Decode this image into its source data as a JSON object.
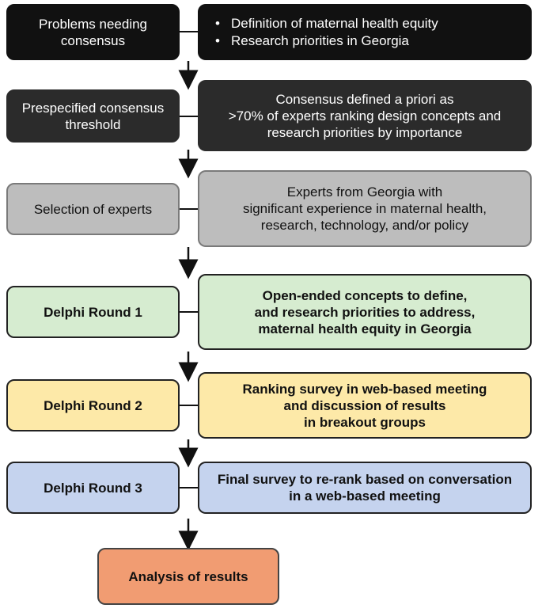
{
  "steps": [
    {
      "label": "Problems needing consensus",
      "label_lines": [
        "Problems needing",
        "consensus"
      ],
      "detail_bullets": [
        "Definition of maternal health equity",
        "Research priorities in Georgia"
      ]
    },
    {
      "label_lines": [
        "Prespecified consensus",
        "threshold"
      ],
      "detail_lines": [
        "Consensus defined a priori as",
        ">70% of experts ranking design concepts and",
        "research priorities by importance"
      ]
    },
    {
      "label_lines": [
        "Selection of experts"
      ],
      "detail_lines": [
        "Experts from Georgia with",
        "significant experience in maternal health,",
        "research, technology, and/or policy"
      ]
    },
    {
      "label_lines": [
        "Delphi Round 1"
      ],
      "detail_lines": [
        "Open-ended concepts to define,",
        "and research priorities to address,",
        "maternal health equity in Georgia"
      ]
    },
    {
      "label_lines": [
        "Delphi Round 2"
      ],
      "detail_lines": [
        "Ranking survey in web-based meeting",
        "and discussion of results",
        "in breakout groups"
      ]
    },
    {
      "label_lines": [
        "Delphi Round 3"
      ],
      "detail_lines": [
        "Final survey to re-rank based on conversation",
        "in a web-based meeting"
      ]
    },
    {
      "label_lines": [
        "Analysis of results"
      ]
    }
  ],
  "colors": {
    "step1": "#111111",
    "step2": "#2b2b2b",
    "step3": "#bdbdbd",
    "step4": "#d6ecd0",
    "step5": "#fde9a8",
    "step6": "#c5d3ee",
    "step7": "#f19c72"
  }
}
